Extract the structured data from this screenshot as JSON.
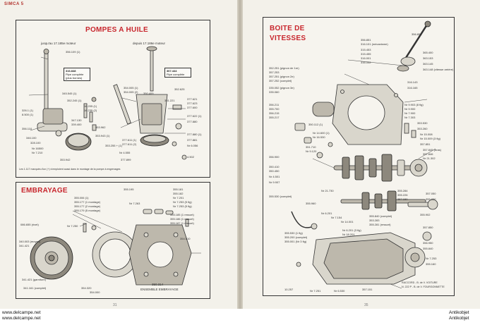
{
  "running_head": "SIMCA 5",
  "left_page": {
    "oil_pump": {
      "title": "POMPES A HUILE",
      "subtitle_left": "jusqu'au 17.185e moteur",
      "subtitle_right": "depuis 17.186e moteur",
      "tag_left": [
        "316.848",
        "Pipe complète",
        "(plus bornes)"
      ],
      "tag_right": [
        "367.444",
        "Pipe complète"
      ],
      "callouts_left": [
        "356.109 (1)",
        "345.545 (1)",
        "352.245 (1)",
        "16.205 (1)",
        "16.235 (2)",
        "347.130",
        "339.400",
        "326.1 (1)",
        "8.500 (1)",
        "356.110",
        "346.100",
        "328.100",
        "Nr 16500",
        "Nr 7.210",
        "353.942",
        "353.962",
        "353.943 (1)"
      ],
      "callouts_right": [
        "350.409",
        "354.005 (1)",
        "354.005 (2)",
        "377.621",
        "377.623",
        "377.600",
        "352.625",
        "353.255 + (1)",
        "351.221",
        "377.622 (1)",
        "377.880",
        "377.899",
        "Nr 4.555",
        "377.611 (1)",
        "377.611 (2)",
        "377.880 (1)",
        "377.881",
        "Nr 6.056",
        "4.502"
      ],
      "note": "Les 1.117 marqués d'un (+) s'emploient aussi dans le montage de la pompe à engrenages"
    },
    "clutch": {
      "title": "EMBRAYAGE",
      "callouts": [
        "355.006 (1)",
        "355.177 (1 montage)",
        "355.177 (2 montage)",
        "355.179 (5 montage)",
        "355.181",
        "355.182",
        "Nr 7.201",
        "Nr 7.253 (5 fig)",
        "Nr 7.253 (5 fig)",
        "355.195",
        "355.185 (1 ressort)",
        "355.186 (1 ressort)",
        "355.187 (1 ressort)",
        "Nr 7.263",
        "086.655 (rivet)",
        "Nr 7.250",
        "340.003 (moyeu)",
        "341.421",
        "341.421 (garniture)",
        "341.161 (complet)",
        "354.320",
        "354.000",
        "354.010"
      ],
      "caption": [
        "350.314",
        "ENSEMBLE EMBRAYAGE"
      ]
    },
    "folio": "31"
  },
  "right_page": {
    "gearbox": {
      "title": [
        "BOITE DE",
        "VITESSES"
      ],
      "callouts_top": [
        "356.850",
        "356.851",
        "316.101 (mécanisme)",
        "315.453",
        "315.455",
        "316.001",
        "316.002",
        "365.400",
        "363.153",
        "363.145",
        "363.148 (vitesse arrière)",
        "316.143",
        "316.165"
      ],
      "callouts_mid": [
        "352.251 (pignon de 1re)",
        "357.253",
        "357.251 (pignon 2e)",
        "357.252 (complet)",
        "335.052 (pignon 3e)",
        "335.060",
        "356.211",
        "355.700",
        "356.215",
        "355.217",
        "Nr 9.903 (8 fig)",
        "Nr 9.900",
        "Nr 7.900",
        "350.112 (1)",
        "Nr 7.303",
        "353.530",
        "353.260",
        "Nr 15.008",
        "Nr 15.009 (3 fig)",
        "357.851",
        "Nr 14.600 (1)",
        "Nr 16.530",
        "351.710",
        "Nr 9.120",
        "356.900",
        "357.845 (bras)",
        "357.846",
        "Nr 21.302",
        "350.410",
        "350.450",
        "Nr 4.501",
        "Nr 9.907"
      ],
      "callouts_low": [
        "355.530 (complet)",
        "355.960",
        "Nr 21.730",
        "Nr 6.201",
        "Nr 7.154",
        "Nr 14.001",
        "355.840 (complet)",
        "353.283",
        "355.281 (ressort)",
        "355.284",
        "355.226",
        "357.150",
        "357.050",
        "355.900",
        "355.902",
        "355.530 (1 fig)",
        "355.200 (complet)",
        "355.001 (Nr 3 fig)",
        "Nr 6.201 (3 fig)",
        "Nr 18.201",
        "357.850",
        "356.950",
        "355.840",
        "Nr 7.253",
        "355.160",
        "Nr 6.530",
        "357.151",
        "10.257",
        "Nr 7.251"
      ],
      "footnote": [
        "RACCORD - B. de V. VOITURE",
        "N. 222 P - B. de V. FOURGONNETTE"
      ]
    },
    "folio": "35"
  },
  "footer": {
    "left": [
      "www.delcampe.net",
      "www.delcampe.net"
    ],
    "right": [
      "Antikobjet",
      "Antikobjet"
    ]
  }
}
